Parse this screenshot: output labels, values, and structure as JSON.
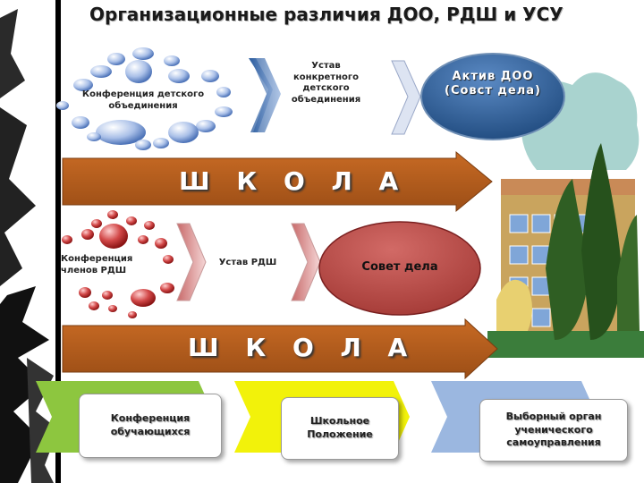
{
  "title": "Организационные различия ДОО, РДШ и УСУ",
  "row1": {
    "cluster_label": "Конференция детского объединения",
    "ustav": "Устав конкретного детского объединения",
    "oval": "Актив ДОО (Совст дела)"
  },
  "school_label": "Ш К О Л А",
  "row2": {
    "cluster_label": "Конференция членов РДШ",
    "ustav": "Устав РДШ",
    "oval": "Совет дела"
  },
  "row3": {
    "box1": "Конференция обучающихся",
    "box2": "Школьное Положение",
    "box3": "Выборный орган ученического самоуправления"
  },
  "colors": {
    "blue_oval": "#3b6aa0",
    "red_oval": "#c0504d",
    "arrow": "#b8601e",
    "green": "#8dc63f",
    "yellow": "#f2f20a",
    "light_blue": "#9bb7e0"
  }
}
